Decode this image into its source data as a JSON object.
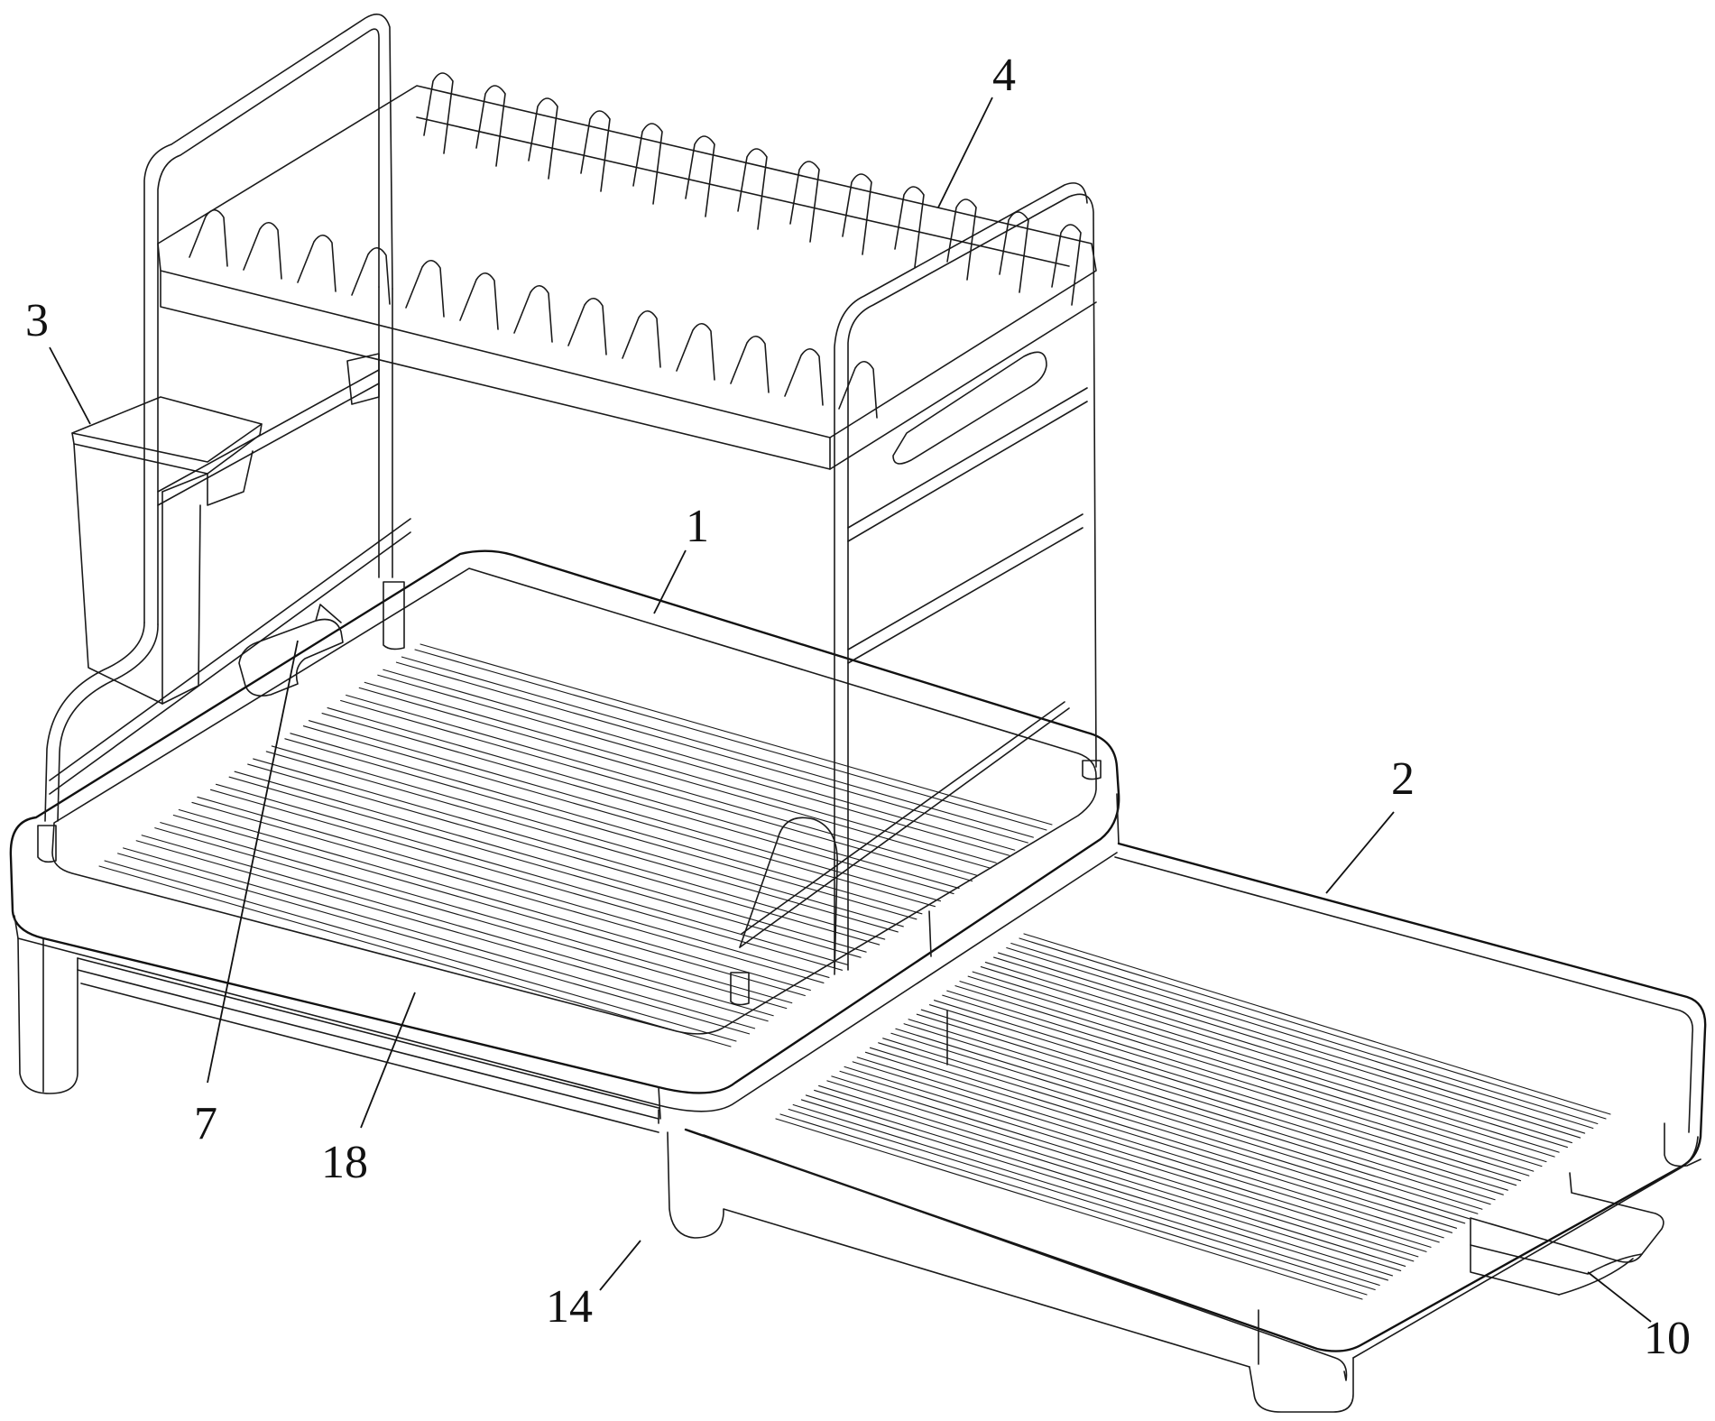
{
  "figure": {
    "labels": [
      {
        "id": "rack",
        "text": "1"
      },
      {
        "id": "extension-tray",
        "text": "2"
      },
      {
        "id": "utensil-holder",
        "text": "3"
      },
      {
        "id": "dish-rack",
        "text": "4"
      },
      {
        "id": "cup-holder",
        "text": "7"
      },
      {
        "id": "drip-tray-front",
        "text": "18"
      },
      {
        "id": "leg",
        "text": "14"
      },
      {
        "id": "spout",
        "text": "10"
      }
    ]
  }
}
